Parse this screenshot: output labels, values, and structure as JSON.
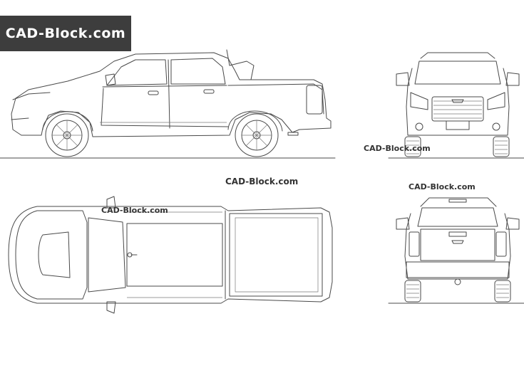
{
  "logo": {
    "text": "CAD-Block.com"
  },
  "watermarks": {
    "front_view": "CAD-Block.com",
    "center": "CAD-Block.com",
    "top_view": "CAD-Block.com",
    "rear_view": "CAD-Block.com"
  }
}
